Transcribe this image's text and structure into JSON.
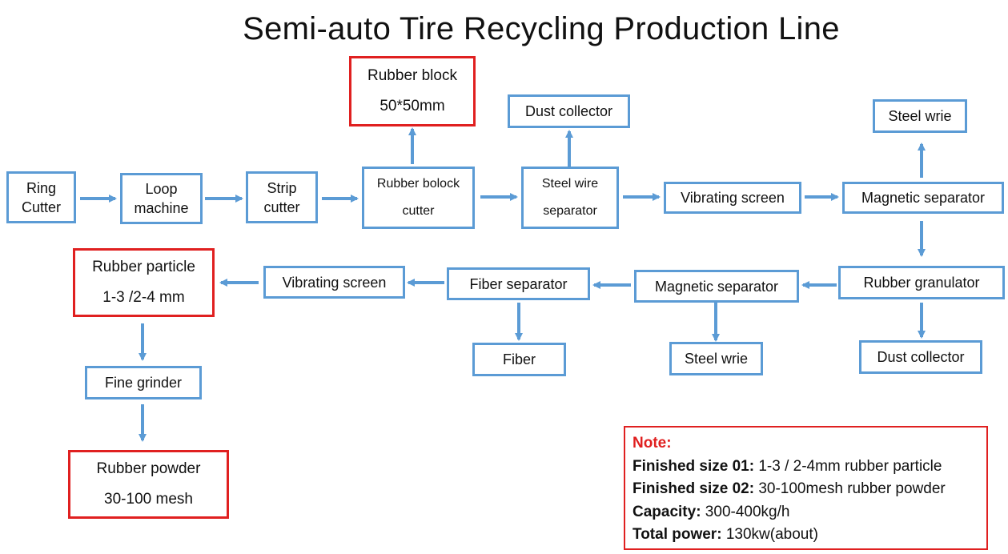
{
  "title": "Semi-auto Tire Recycling Production Line",
  "boxes": {
    "ring_cutter": [
      "Ring",
      "Cutter"
    ],
    "loop_machine": [
      "Loop",
      "machine"
    ],
    "strip_cutter": [
      "Strip",
      "cutter"
    ],
    "rubber_block_cutter": [
      "Rubber bolock",
      "cutter"
    ],
    "steel_wire_separator": [
      "Steel wire",
      "separator"
    ],
    "vibrating_screen_1": "Vibrating screen",
    "magnetic_separator_1": "Magnetic separator",
    "rubber_block_output": [
      "Rubber block",
      "50*50mm"
    ],
    "dust_collector_1": "Dust collector",
    "steel_wire_1": "Steel wrie",
    "rubber_granulator": "Rubber granulator",
    "dust_collector_2": "Dust collector",
    "magnetic_separator_2": "Magnetic separator",
    "steel_wire_2": "Steel wrie",
    "fiber_separator": "Fiber separator",
    "fiber": "Fiber",
    "vibrating_screen_2": "Vibrating screen",
    "rubber_particle_output": [
      "Rubber particle",
      "1-3 /2-4 mm"
    ],
    "fine_grinder": "Fine grinder",
    "rubber_powder_output": [
      "Rubber powder",
      "30-100 mesh"
    ]
  },
  "note": {
    "heading": "Note:",
    "lines": [
      {
        "label": "Finished size 01:",
        "value": " 1-3 / 2-4mm rubber particle"
      },
      {
        "label": "Finished size 02:",
        "value": " 30-100mesh rubber powder"
      },
      {
        "label": "Capacity:",
        "value": " 300-400kg/h"
      },
      {
        "label": "Total power:",
        "value": " 130kw(about)"
      }
    ]
  },
  "colors": {
    "process_border": "#5b9bd5",
    "output_border": "#e02020",
    "arrow": "#5b9bd5",
    "note_heading": "#e02020"
  }
}
